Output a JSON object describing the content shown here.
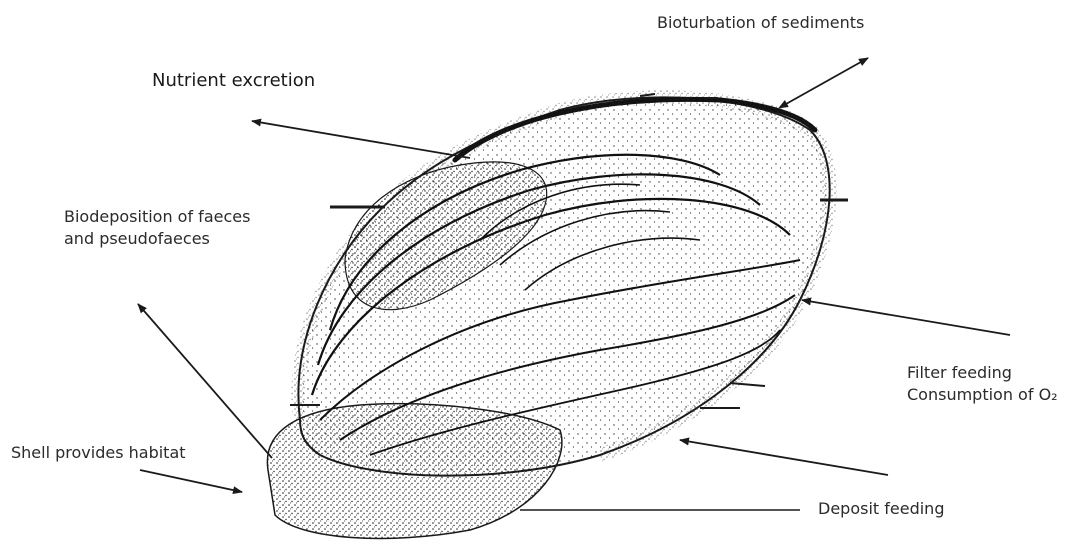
{
  "labels": {
    "bioturbation": "Bioturbation of sediments",
    "nutrient_excretion": "Nutrient excretion",
    "biodeposition_line1": "Biodeposition of faeces",
    "biodeposition_line2": "and pseudofaeces",
    "filter_feeding_line1": "Filter feeding",
    "filter_feeding_line2": "Consumption of O₂",
    "shell_habitat": "Shell provides  habitat",
    "deposit_feeding": "Deposit feeding"
  },
  "colors": {
    "ink": "#1a1a1a",
    "background": "#ffffff"
  },
  "illustration": "bivalve-mussel"
}
